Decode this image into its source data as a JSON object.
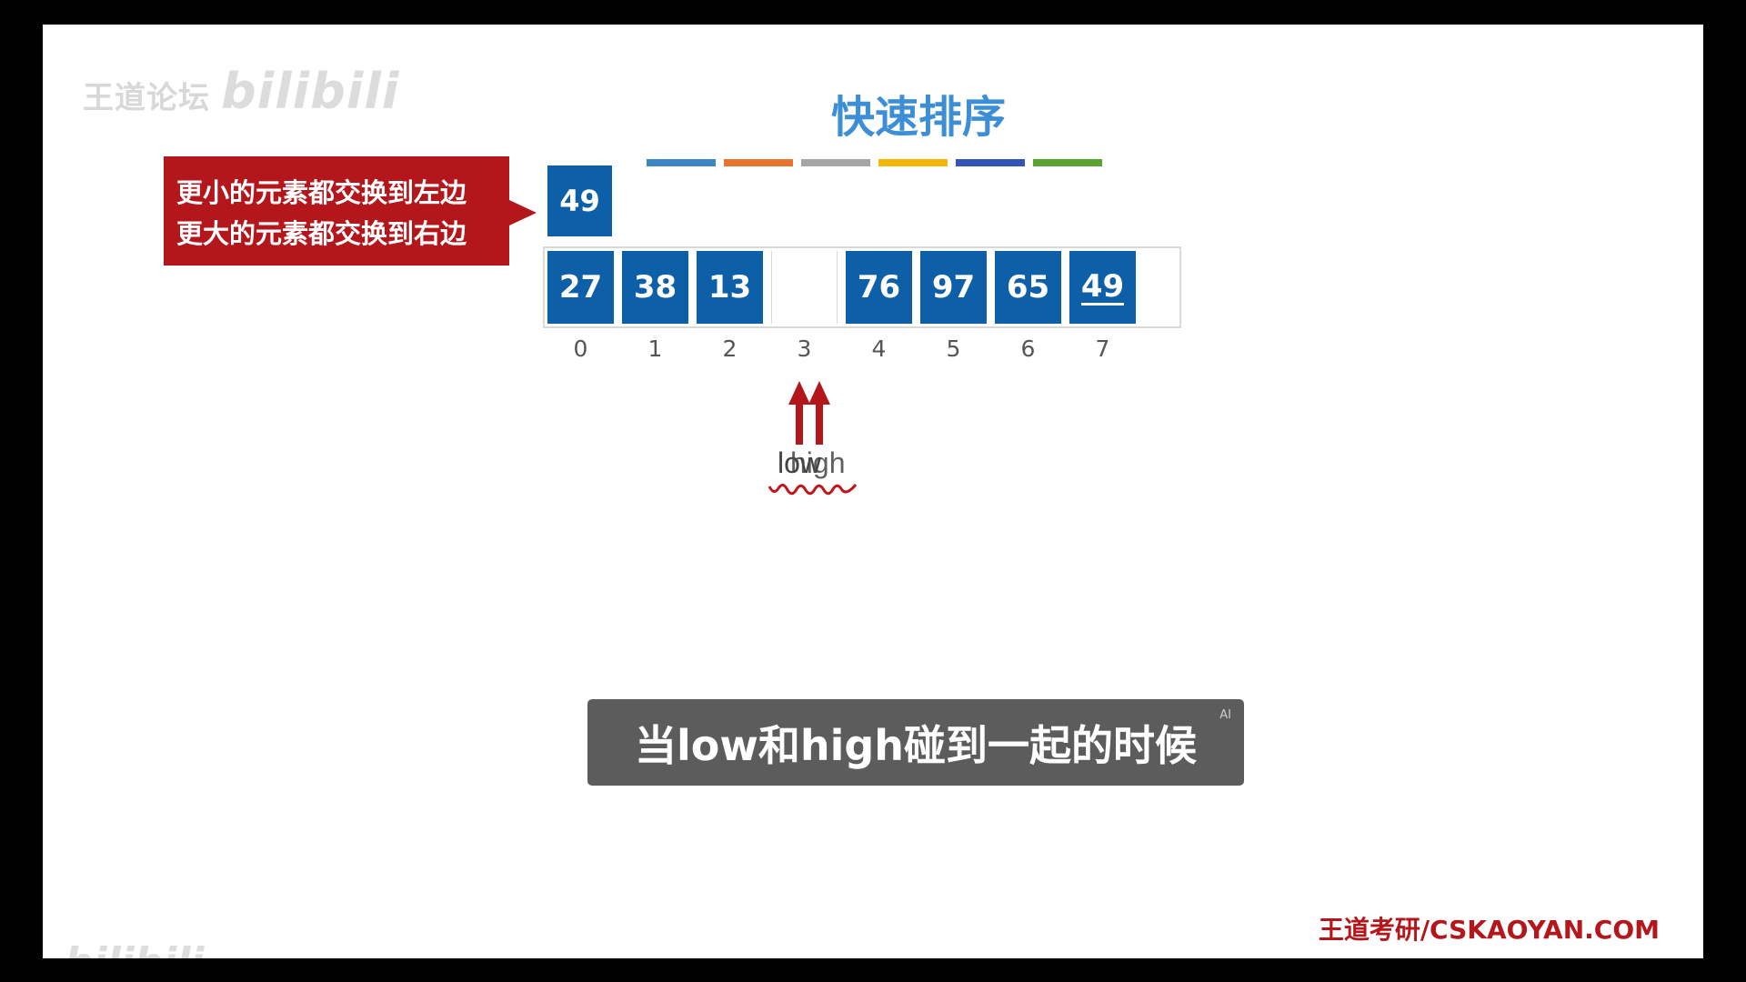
{
  "watermark": {
    "top_left_text": "王道论坛",
    "top_left_logo": "bilibili",
    "bottom_left_logo": "bilibili"
  },
  "slide": {
    "title": "快速排序",
    "title_color": "#3c8fd6",
    "color_bars": [
      "#3d86c6",
      "#e8732d",
      "#a6a6a6",
      "#f2b705",
      "#3355b8",
      "#5aa333"
    ],
    "callout": {
      "line1": "更小的元素都交换到左边",
      "line2": "更大的元素都交换到右边",
      "color": "#b3161b"
    },
    "pivot_value": "49",
    "array": [
      {
        "value": "27",
        "filled": true,
        "underline": false
      },
      {
        "value": "38",
        "filled": true,
        "underline": false
      },
      {
        "value": "13",
        "filled": true,
        "underline": false
      },
      {
        "value": "",
        "filled": false,
        "underline": false
      },
      {
        "value": "76",
        "filled": true,
        "underline": false
      },
      {
        "value": "97",
        "filled": true,
        "underline": false
      },
      {
        "value": "65",
        "filled": true,
        "underline": false
      },
      {
        "value": "49",
        "filled": true,
        "underline": true
      }
    ],
    "indices": [
      "0",
      "1",
      "2",
      "3",
      "4",
      "5",
      "6",
      "7"
    ],
    "pointers": {
      "low_label": "low",
      "high_label": "high",
      "at_index": 3
    },
    "footer_url": "王道考研/CSKAOYAN.COM",
    "cell_color": "#0d5fa8"
  },
  "subtitle": {
    "text": "当low和high碰到一起的时候",
    "ai_tag": "AI"
  }
}
